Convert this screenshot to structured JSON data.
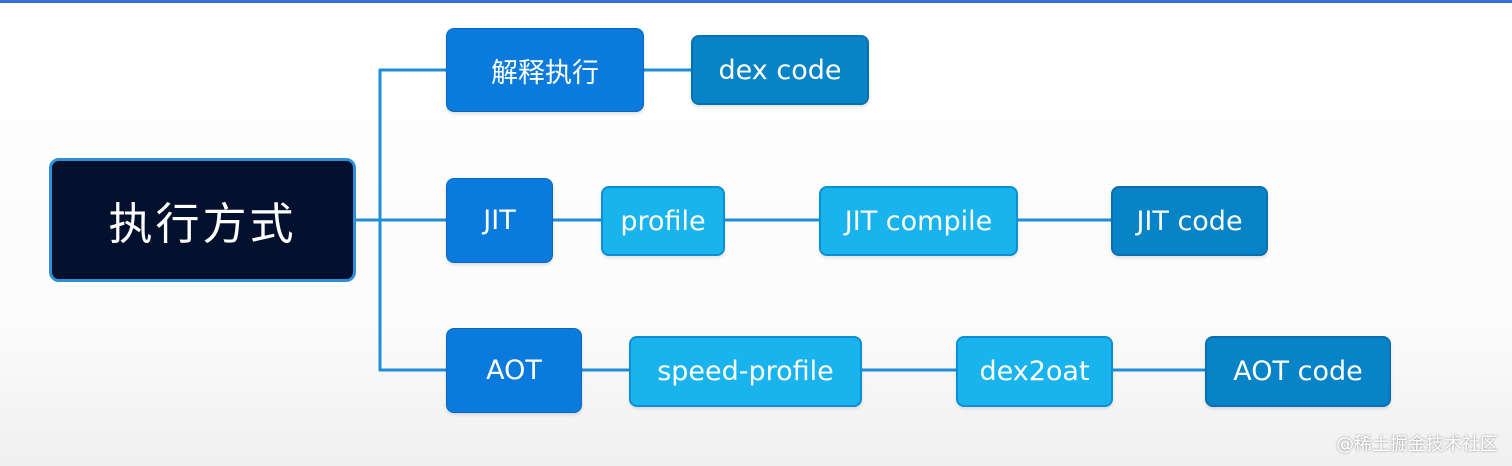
{
  "diagram": {
    "root": {
      "label": "执行方式"
    },
    "branches": [
      {
        "label": "解释执行",
        "steps": [
          {
            "label": "dex code"
          }
        ]
      },
      {
        "label": "JIT",
        "steps": [
          {
            "label": "profile"
          },
          {
            "label": "JIT compile"
          },
          {
            "label": "JIT code"
          }
        ]
      },
      {
        "label": "AOT",
        "steps": [
          {
            "label": "speed-profile"
          },
          {
            "label": "dex2oat"
          },
          {
            "label": "AOT code"
          }
        ]
      }
    ]
  },
  "watermark": "@稀土掘金技术社区",
  "colors": {
    "root_fill": "#04112e",
    "root_border": "#2f8fd6",
    "branch_fill": "#0a7bdc",
    "intermediate_fill": "#19b3ee",
    "result_fill": "#0783c7",
    "connector": "#1e8fd6"
  }
}
